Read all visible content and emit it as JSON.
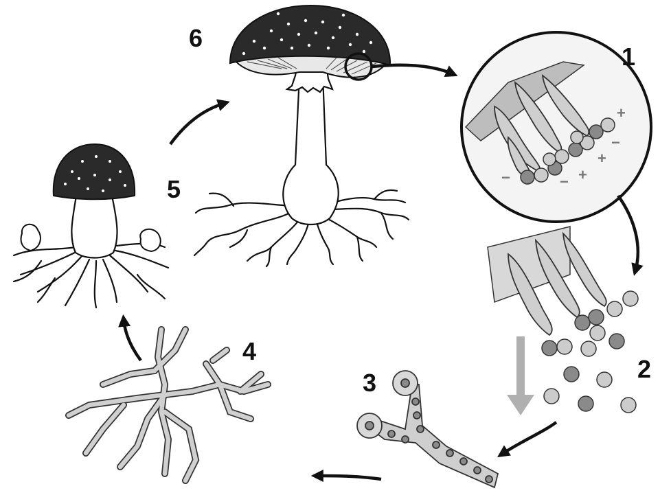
{
  "stages": [
    {
      "id": "1",
      "label": "1"
    },
    {
      "id": "2",
      "label": "2"
    },
    {
      "id": "3",
      "label": "3"
    },
    {
      "id": "4",
      "label": "4"
    },
    {
      "id": "5",
      "label": "5"
    },
    {
      "id": "6",
      "label": "6"
    }
  ],
  "symbols": {
    "plus": "+",
    "minus": "−"
  },
  "colors": {
    "cap": "#2a2a2a",
    "spot": "#ffffff",
    "stem": "#ffffff",
    "outline": "#111111",
    "cell": "#cfcfcf",
    "spore_dark": "#8a8a8a",
    "spore_light": "#cccccc",
    "down_arrow": "#b0b0b0"
  }
}
